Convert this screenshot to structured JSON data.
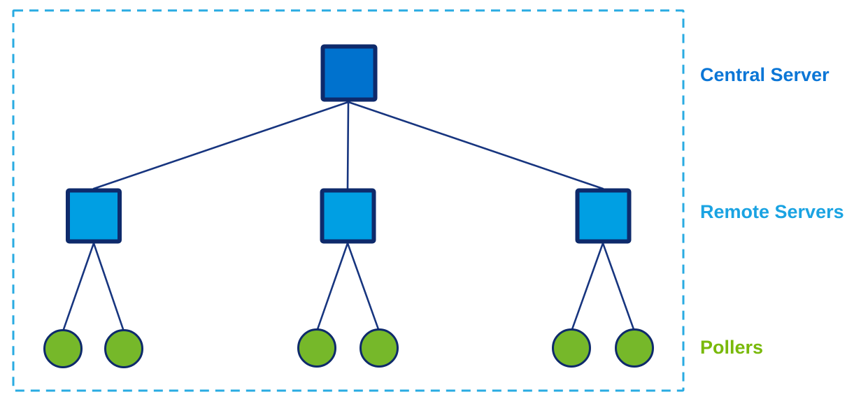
{
  "legend": {
    "central_label": "Central Server",
    "remote_label": "Remote Servers",
    "pollers_label": "Pollers"
  },
  "colors": {
    "central_fill": "#0072CE",
    "remote_fill": "#009FE3",
    "poller_fill": "#76B82A",
    "node_border": "#0E2A6B",
    "connector_line": "#17357F",
    "dashed_boundary": "#29ABE2",
    "central_label_color": "#0B76D6",
    "remote_label_color": "#1AA3E2",
    "pollers_label_color": "#79B90A"
  },
  "structure": {
    "central_servers": 1,
    "remote_servers": 3,
    "pollers": 6,
    "pollers_per_remote_server": 2
  }
}
